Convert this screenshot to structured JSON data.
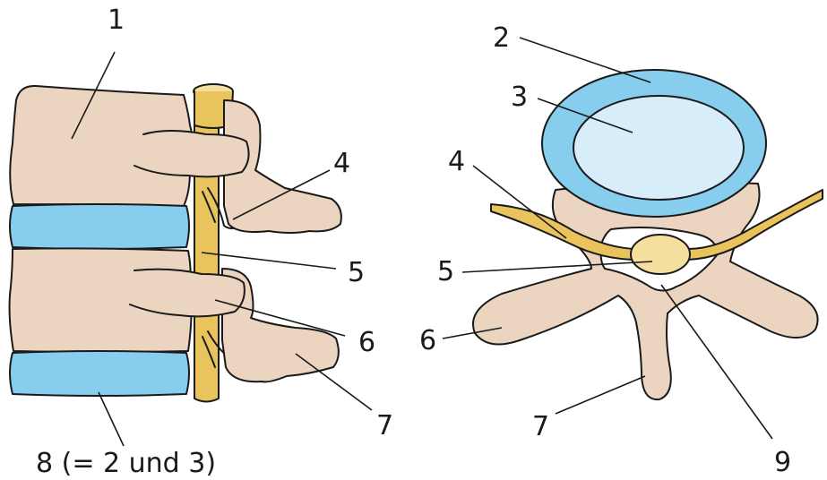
{
  "colors": {
    "bone": "#ecd5c0",
    "disc_outer": "#86cdee",
    "disc_inner": "#d8edfa",
    "nerve": "#e9c35b",
    "cord": "#f5df9f",
    "outline": "#1a1a1a"
  },
  "side_view": {
    "labels": {
      "l1": "1",
      "l4": "4",
      "l5": "5",
      "l6": "6",
      "l7": "7",
      "l8": "8 (= 2 und 3)"
    }
  },
  "top_view": {
    "labels": {
      "l2": "2",
      "l3": "3",
      "l4": "4",
      "l5": "5",
      "l6": "6",
      "l7": "7",
      "l9": "9"
    }
  }
}
